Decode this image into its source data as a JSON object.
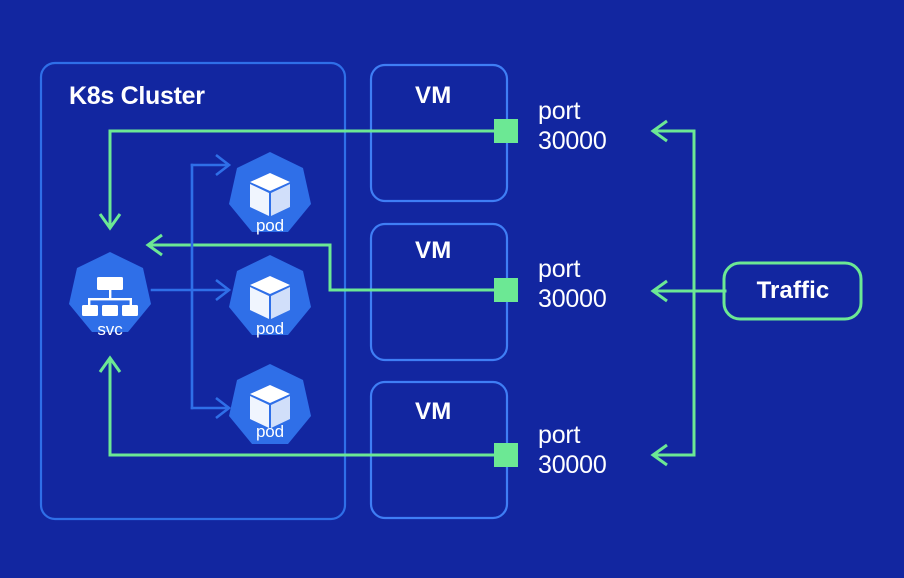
{
  "diagram": {
    "title": "K8s Cluster",
    "background_color": "#1226a0",
    "accent_blue": "#1c6df0",
    "accent_green": "#6ce894",
    "node_blue": "#2f6fe8",
    "text_color": "#ffffff"
  },
  "cluster": {
    "label": "K8s Cluster",
    "border_color": "#2f6fe8"
  },
  "service": {
    "label": "svc",
    "icon": "service-hierarchy-icon"
  },
  "pods": [
    {
      "label": "pod",
      "icon": "pod-cube-icon"
    },
    {
      "label": "pod",
      "icon": "pod-cube-icon"
    },
    {
      "label": "pod",
      "icon": "pod-cube-icon"
    }
  ],
  "vms": [
    {
      "label": "VM",
      "port_line1": "port",
      "port_line2": "30000",
      "port_color": "#6ce894"
    },
    {
      "label": "VM",
      "port_line1": "port",
      "port_line2": "30000",
      "port_color": "#6ce894"
    },
    {
      "label": "VM",
      "port_line1": "port",
      "port_line2": "30000",
      "port_color": "#6ce894"
    }
  ],
  "traffic": {
    "label": "Traffic",
    "border_color": "#6ce894"
  }
}
